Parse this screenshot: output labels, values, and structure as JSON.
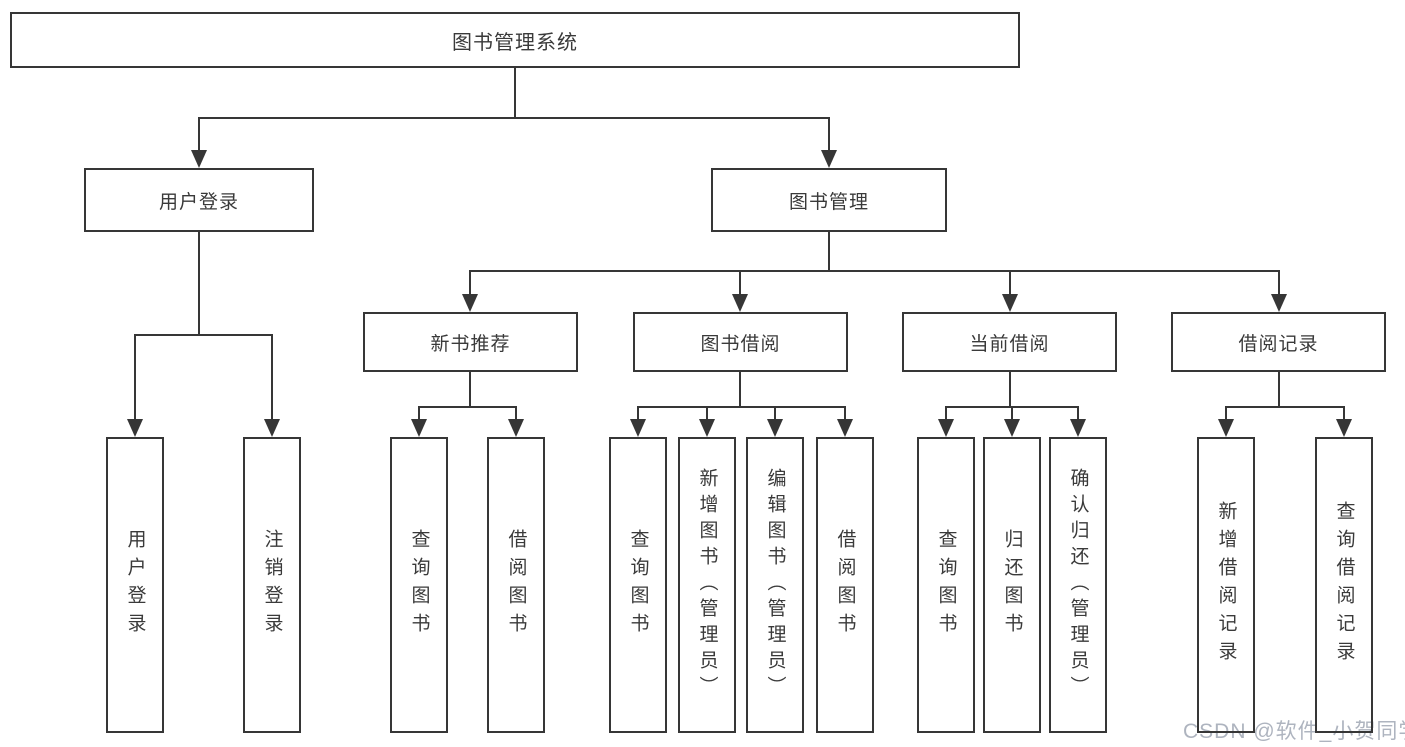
{
  "diagram_type": "hierarchy-tree",
  "colors": {
    "background": "#ffffff",
    "line": "#363636",
    "box_border": "#363636",
    "box_fill": "#ffffff",
    "text": "#3a3a3a",
    "watermark": "#aeb4bf"
  },
  "tree": {
    "root": {
      "label": "图书管理系统",
      "children": [
        {
          "label": "用户登录",
          "children": [
            {
              "label": "用户登录"
            },
            {
              "label": "注销登录"
            }
          ]
        },
        {
          "label": "图书管理",
          "children": [
            {
              "label": "新书推荐",
              "children": [
                {
                  "label": "查询图书"
                },
                {
                  "label": "借阅图书"
                }
              ]
            },
            {
              "label": "图书借阅",
              "children": [
                {
                  "label": "查询图书"
                },
                {
                  "label": "新增图书（管理员）"
                },
                {
                  "label": "编辑图书（管理员）"
                },
                {
                  "label": "借阅图书"
                }
              ]
            },
            {
              "label": "当前借阅",
              "children": [
                {
                  "label": "查询图书"
                },
                {
                  "label": "归还图书"
                },
                {
                  "label": "确认归还（管理员）"
                }
              ]
            },
            {
              "label": "借阅记录",
              "children": [
                {
                  "label": "新增借阅记录"
                },
                {
                  "label": "查询借阅记录"
                }
              ]
            }
          ]
        }
      ]
    }
  },
  "watermark": {
    "text": "CSDN @软件_小贺同学"
  }
}
